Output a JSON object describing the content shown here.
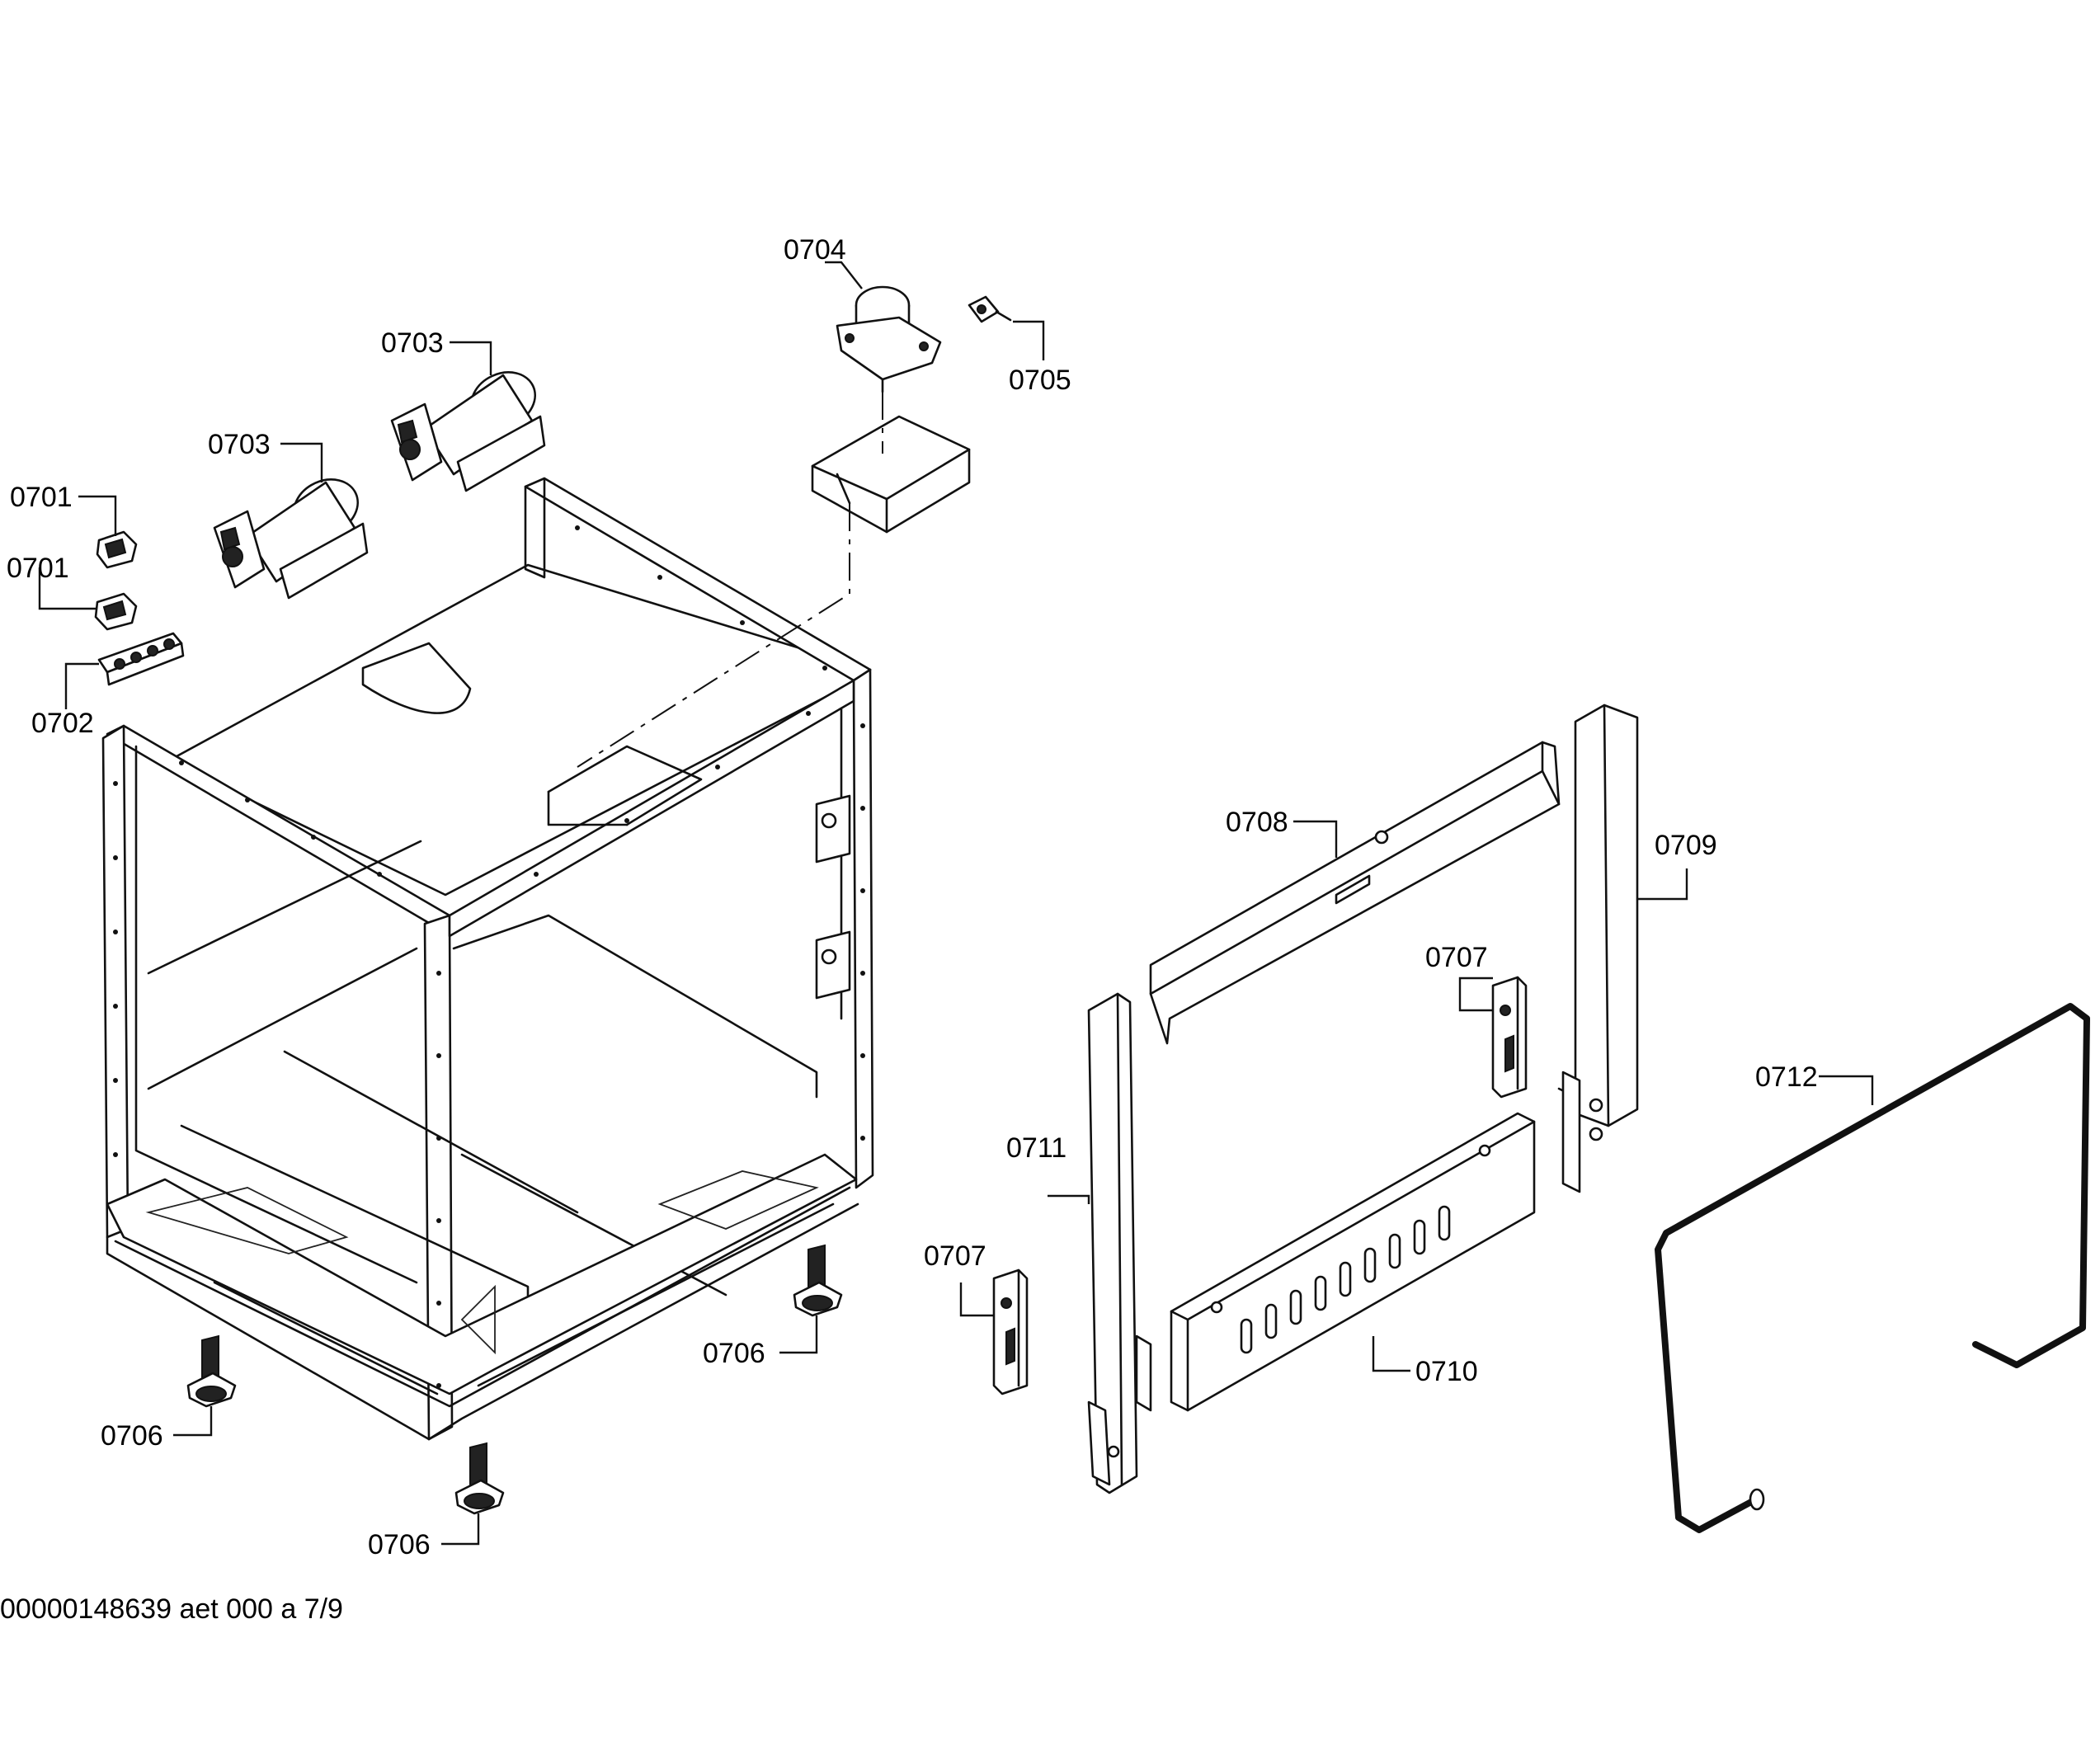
{
  "labels": {
    "p0701_a": "0701",
    "p0701_b": "0701",
    "p0702": "0702",
    "p0703_a": "0703",
    "p0703_b": "0703",
    "p0704": "0704",
    "p0705": "0705",
    "p0706_a": "0706",
    "p0706_b": "0706",
    "p0706_c": "0706",
    "p0707_a": "0707",
    "p0707_b": "0707",
    "p0708": "0708",
    "p0709": "0709",
    "p0710": "0710",
    "p0711": "0711",
    "p0712": "0712"
  },
  "footer": "00000148639 aet 000 a 7/9"
}
